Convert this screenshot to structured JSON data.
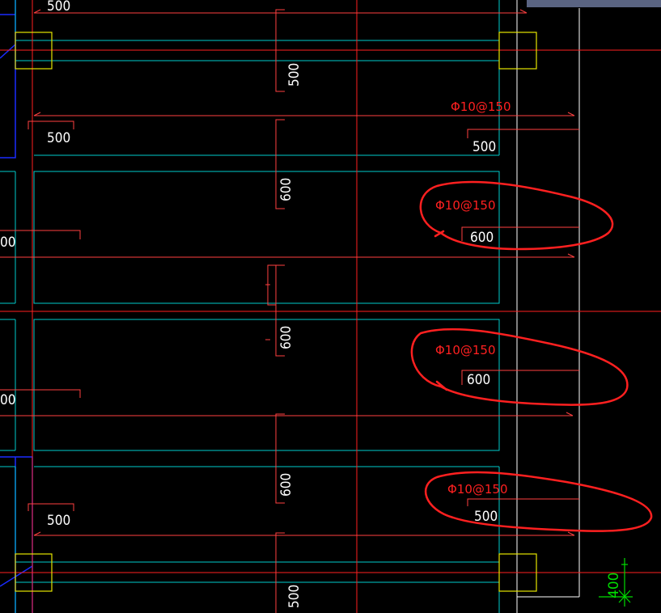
{
  "drawing": {
    "colors": {
      "background": "#000000",
      "beam_outline": "#00cccc",
      "axis_line": "#ff2020",
      "dimension_line": "#ff4040",
      "column": "#e6e600",
      "wall": "#1a2cff",
      "white_line": "#ffffff",
      "annotation_circle": "#ff2020",
      "ucs": "#00dd00"
    },
    "dimensions": {
      "top_left": "500",
      "top_mid_vertical": "500",
      "upper_left": "500",
      "upper_right": "500",
      "band1_vertical": "600",
      "band1_left": "00",
      "band1_right": "600",
      "band2_vertical": "600",
      "band2_left": "00",
      "band2_right": "600",
      "band3_vertical": "600",
      "lower_left": "500",
      "lower_right": "500",
      "bottom_mid_vertical": "500",
      "ucs_label": "400"
    },
    "rebar_labels": {
      "r1": "Φ10@150",
      "r2": "Φ10@150",
      "r3": "Φ10@150",
      "r4": "Φ10@150"
    }
  }
}
